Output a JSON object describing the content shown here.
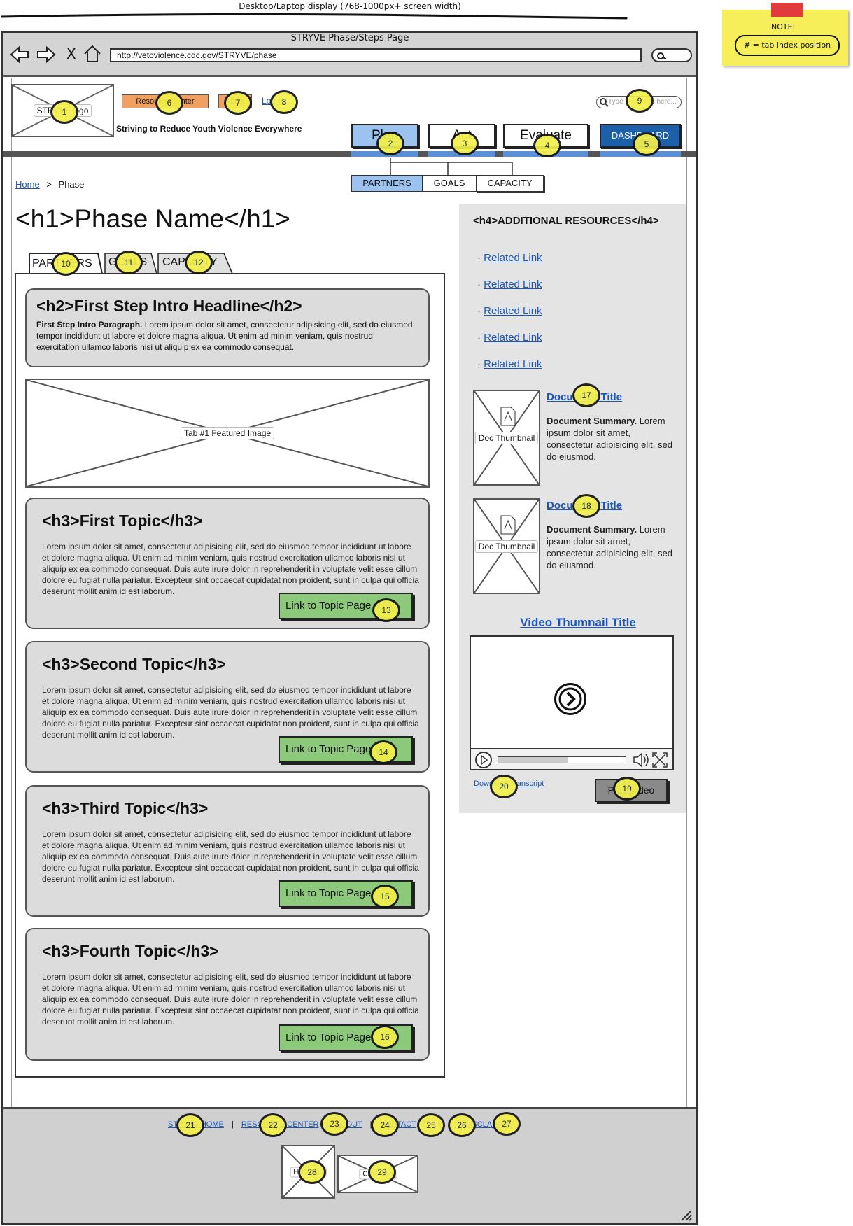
{
  "annotation": {
    "heading": "Desktop/Laptop display (768-1000px+ screen width)",
    "note_title": "NOTE:",
    "note_text": "# = tab index position"
  },
  "browser": {
    "window_title": "STRYVE Phase/Steps Page",
    "url": "http://vetoviolence.cdc.gov/STRYVE/phase",
    "close_glyph": "X"
  },
  "header": {
    "logo_label": "STRYVE logo",
    "tagline": "Striving to Reduce Youth Violence Everywhere",
    "resource_center": "Resource Center",
    "about": "About",
    "login": "Log In",
    "search_placeholder": "Type keywords here..."
  },
  "main_nav": [
    {
      "label": "Plan",
      "active": true
    },
    {
      "label": "Act",
      "active": false
    },
    {
      "label": "Evaluate",
      "active": false
    },
    {
      "label": "DASHBOARD",
      "active": false
    }
  ],
  "sub_nav": [
    "PARTNERS",
    "GOALS",
    "CAPACITY"
  ],
  "breadcrumb": {
    "home": "Home",
    "separator": ">",
    "current": "Phase"
  },
  "page_title": "<h1>Phase Name</h1>",
  "content_tabs": [
    "PARTNERS",
    "GOALS",
    "CAPACITY"
  ],
  "intro": {
    "headline": "<h2>First Step Intro Headline</h2>",
    "lead": "First Step Intro Paragraph.",
    "body": " Lorem ipsum dolor sit amet, consectetur adipisicing elit, sed do eiusmod tempor incididunt ut labore et dolore magna aliqua. Ut enim ad minim veniam, quis nostrud exercitation ullamco laboris nisi ut aliquip ex ea commodo consequat."
  },
  "featured_image_label": "Tab #1 Featured Image",
  "topic_body": "Lorem ipsum dolor sit amet, consectetur adipisicing elit, sed do eiusmod tempor incididunt ut labore et dolore magna aliqua. Ut enim ad minim veniam, quis nostrud exercitation ullamco laboris nisi ut aliquip ex ea commodo consequat. Duis aute irure dolor in reprehenderit in voluptate velit esse cillum dolore eu fugiat nulla pariatur. Excepteur sint occaecat cupidatat non proident, sunt in culpa qui officia deserunt mollit anim id est laborum.",
  "topics": [
    {
      "title": "<h3>First Topic</h3>",
      "button": "Link to Topic Page"
    },
    {
      "title": "<h3>Second Topic</h3>",
      "button": "Link to Topic Page"
    },
    {
      "title": "<h3>Third Topic</h3>",
      "button": "Link to Topic Page"
    },
    {
      "title": "<h3>Fourth Topic</h3>",
      "button": "Link to Topic Page"
    }
  ],
  "sidebar": {
    "heading": "<h4>ADDITIONAL RESOURCES</h4>",
    "links": [
      "Related Link",
      "Related Link",
      "Related Link",
      "Related Link",
      "Related Link"
    ],
    "bullet": "·",
    "docs": [
      {
        "thumb": "Doc Thumbnail",
        "title": "Document Title",
        "summary_lead": "Document Summary.",
        "summary": " Lorem ipsum dolor sit amet, consectetur adipisicing elit, sed do eiusmod."
      },
      {
        "thumb": "Doc Thumbnail",
        "title": "Document Title",
        "summary_lead": "Document Summary.",
        "summary": " Lorem ipsum dolor sit amet, consectetur adipisicing elit, sed do eiusmod."
      }
    ],
    "video_title": "Video Thumnail Title",
    "download_transcript": "Download Transcript",
    "play_video": "Play Video"
  },
  "footer": {
    "links": [
      "STRYVE HOME",
      "RESOURCE CENTER",
      "ABOUT",
      "CONTACT",
      "",
      "",
      "DISCLAIMER"
    ],
    "logo1": "HHS logo",
    "logo2": "CDC logo"
  },
  "markers": [
    "1",
    "2",
    "3",
    "4",
    "5",
    "6",
    "7",
    "8",
    "9",
    "10",
    "11",
    "12",
    "13",
    "14",
    "15",
    "16",
    "17",
    "18",
    "19",
    "20",
    "21",
    "22",
    "23",
    "24",
    "25",
    "26",
    "27",
    "28",
    "29"
  ]
}
